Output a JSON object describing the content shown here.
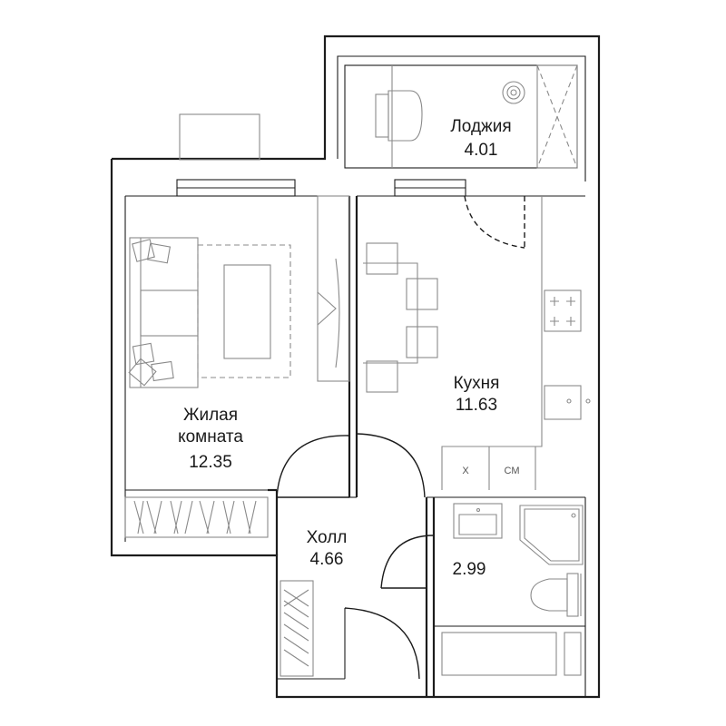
{
  "rooms": {
    "loggia": {
      "name": "Лоджия",
      "area": "4.01"
    },
    "living": {
      "name_line1": "Жилая",
      "name_line2": "комната",
      "area": "12.35"
    },
    "kitchen": {
      "name": "Кухня",
      "area": "11.63"
    },
    "hall": {
      "name": "Холл",
      "area": "4.66"
    },
    "bath": {
      "area": "2.99"
    }
  },
  "appliances": {
    "fridge_label": "Х",
    "washer_label": "СМ"
  }
}
